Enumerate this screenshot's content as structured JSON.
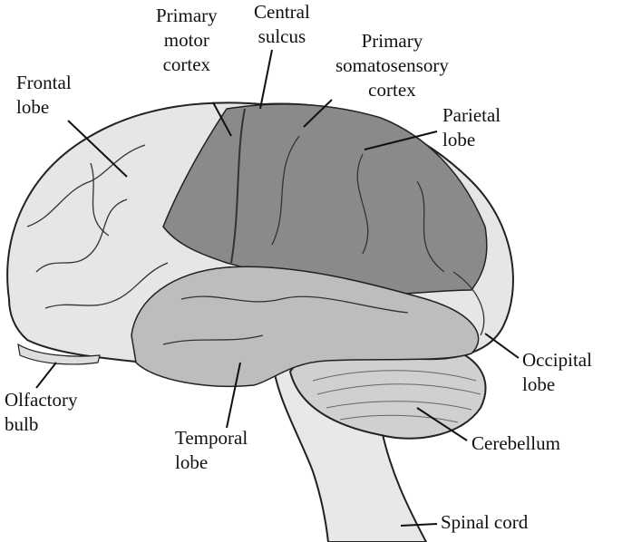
{
  "labels": {
    "primary_motor_cortex": [
      "Primary",
      "motor",
      "cortex"
    ],
    "central_sulcus": [
      "Central",
      "sulcus"
    ],
    "primary_somatosensory_cortex": [
      "Primary",
      "somatosensory",
      "cortex"
    ],
    "frontal_lobe": [
      "Frontal",
      "lobe"
    ],
    "parietal_lobe": [
      "Parietal",
      "lobe"
    ],
    "occipital_lobe": [
      "Occipital",
      "lobe"
    ],
    "olfactory_bulb": [
      "Olfactory",
      "bulb"
    ],
    "temporal_lobe": [
      "Temporal",
      "lobe"
    ],
    "cerebellum": [
      "Cerebellum"
    ],
    "spinal_cord": [
      "Spinal cord"
    ]
  },
  "colors": {
    "cortex_light": "#e4e4e4",
    "cortex_dark": "#8a8a8a",
    "temporal": "#bdbdbd",
    "outline": "#222222"
  }
}
